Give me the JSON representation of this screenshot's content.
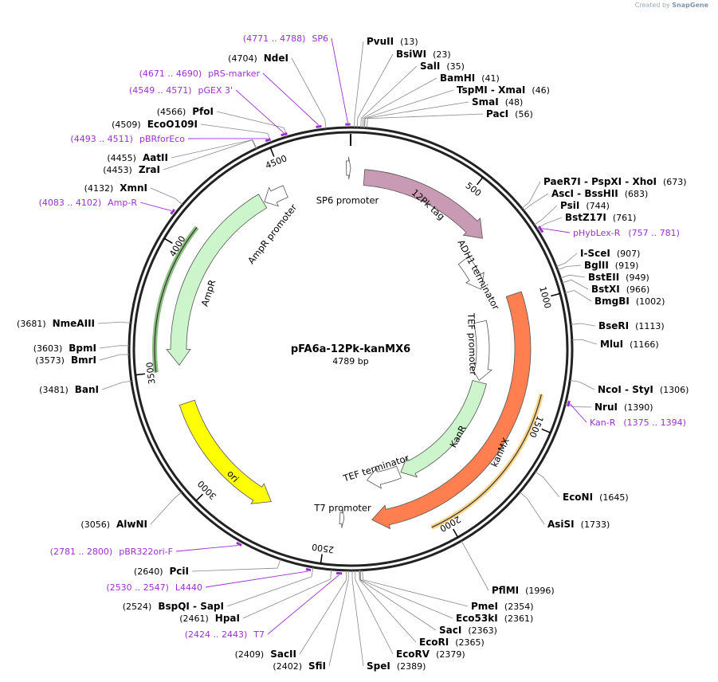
{
  "watermark": {
    "prefix": "Created by",
    "brand": "SnapGene"
  },
  "plasmid": {
    "name": "pFA6a-12Pk-kanMX6",
    "size_label": "4789 bp",
    "length": 4789
  },
  "ticks": [
    500,
    1000,
    1500,
    2000,
    2500,
    3000,
    3500,
    4000,
    4500
  ],
  "sites": [
    {
      "name": "PvuII",
      "pos": 13,
      "label": "(13)"
    },
    {
      "name": "BsiWI",
      "pos": 23,
      "label": "(23)"
    },
    {
      "name": "SalI",
      "pos": 35,
      "label": "(35)"
    },
    {
      "name": "BamHI",
      "pos": 41,
      "label": "(41)"
    },
    {
      "name": "TspMI  - XmaI",
      "pos": 46,
      "label": "(46)"
    },
    {
      "name": "SmaI",
      "pos": 48,
      "label": "(48)"
    },
    {
      "name": "PacI",
      "pos": 56,
      "label": "(56)"
    },
    {
      "name": "PaeR7I  - PspXI  - XhoI",
      "pos": 673,
      "label": "(673)"
    },
    {
      "name": "AscI  - BssHII",
      "pos": 683,
      "label": "(683)"
    },
    {
      "name": "PsiI",
      "pos": 744,
      "label": "(744)"
    },
    {
      "name": "BstZ17I",
      "pos": 761,
      "label": "(761)"
    },
    {
      "name": "I-SceI",
      "pos": 907,
      "label": "(907)"
    },
    {
      "name": "BglII",
      "pos": 919,
      "label": "(919)"
    },
    {
      "name": "BstEII",
      "pos": 949,
      "label": "(949)"
    },
    {
      "name": "BstXI",
      "pos": 966,
      "label": "(966)"
    },
    {
      "name": "BmgBI",
      "pos": 1002,
      "label": "(1002)"
    },
    {
      "name": "BseRI",
      "pos": 1113,
      "label": "(1113)"
    },
    {
      "name": "MluI",
      "pos": 1166,
      "label": "(1166)"
    },
    {
      "name": "NcoI  - StyI",
      "pos": 1306,
      "label": "(1306)"
    },
    {
      "name": "NruI",
      "pos": 1390,
      "label": "(1390)"
    },
    {
      "name": "EcoNI",
      "pos": 1645,
      "label": "(1645)"
    },
    {
      "name": "AsiSI",
      "pos": 1733,
      "label": "(1733)"
    },
    {
      "name": "PflMI",
      "pos": 1996,
      "label": "(1996)"
    },
    {
      "name": "PmeI",
      "pos": 2354,
      "label": "(2354)"
    },
    {
      "name": "Eco53kI",
      "pos": 2361,
      "label": "(2361)"
    },
    {
      "name": "SacI",
      "pos": 2363,
      "label": "(2363)"
    },
    {
      "name": "EcoRI",
      "pos": 2365,
      "label": "(2365)"
    },
    {
      "name": "EcoRV",
      "pos": 2379,
      "label": "(2379)"
    },
    {
      "name": "SpeI",
      "pos": 2389,
      "label": "(2389)"
    },
    {
      "name": "SfiI",
      "pos": 2402,
      "label": "(2402)"
    },
    {
      "name": "SacII",
      "pos": 2409,
      "label": "(2409)"
    },
    {
      "name": "HpaI",
      "pos": 2461,
      "label": "(2461)"
    },
    {
      "name": "BspQI  - SapI",
      "pos": 2524,
      "label": "(2524)"
    },
    {
      "name": "PciI",
      "pos": 2640,
      "label": "(2640)"
    },
    {
      "name": "AlwNI",
      "pos": 3056,
      "label": "(3056)"
    },
    {
      "name": "BanI",
      "pos": 3481,
      "label": "(3481)"
    },
    {
      "name": "BmrI",
      "pos": 3573,
      "label": "(3573)"
    },
    {
      "name": "BpmI",
      "pos": 3603,
      "label": "(3603)"
    },
    {
      "name": "NmeAIII",
      "pos": 3681,
      "label": "(3681)"
    },
    {
      "name": "XmnI",
      "pos": 4132,
      "label": "(4132)"
    },
    {
      "name": "ZraI",
      "pos": 4453,
      "label": "(4453)"
    },
    {
      "name": "AatII",
      "pos": 4455,
      "label": "(4455)"
    },
    {
      "name": "EcoO109I",
      "pos": 4509,
      "label": "(4509)"
    },
    {
      "name": "PfoI",
      "pos": 4566,
      "label": "(4566)"
    },
    {
      "name": "NdeI",
      "pos": 4704,
      "label": "(4704)"
    }
  ],
  "primers": [
    {
      "name": "SP6",
      "range": "(4771 .. 4788)",
      "start": 4771,
      "end": 4788
    },
    {
      "name": "pRS-marker",
      "range": "(4671 .. 4690)",
      "start": 4671,
      "end": 4690
    },
    {
      "name": "pGEX 3'",
      "range": "(4549 .. 4571)",
      "start": 4549,
      "end": 4571
    },
    {
      "name": "pBRforEco",
      "range": "(4493 .. 4511)",
      "start": 4493,
      "end": 4511
    },
    {
      "name": "Amp-R",
      "range": "(4083 .. 4102)",
      "start": 4083,
      "end": 4102
    },
    {
      "name": "pHybLex-R",
      "range": "(757 .. 781)",
      "start": 757,
      "end": 781
    },
    {
      "name": "Kan-R",
      "range": "(1375 .. 1394)",
      "start": 1375,
      "end": 1394
    },
    {
      "name": "pBR322ori-F",
      "range": "(2781 .. 2800)",
      "start": 2781,
      "end": 2800
    },
    {
      "name": "L4440",
      "range": "(2530 .. 2547)",
      "start": 2530,
      "end": 2547
    },
    {
      "name": "T7",
      "range": "(2424 .. 2443)",
      "start": 2424,
      "end": 2443
    }
  ],
  "features": [
    {
      "name": "SP6 promoter",
      "start": 4771,
      "end": 4789,
      "dir": "cw",
      "color": "#ffffff"
    },
    {
      "name": "12Pk tag",
      "start": 60,
      "end": 665,
      "dir": "cw",
      "color": "#c99ab3"
    },
    {
      "name": "ADH1 terminator",
      "start": 690,
      "end": 870,
      "dir": "cw",
      "color": "#ffffff"
    },
    {
      "name": "TEF promoter",
      "start": 1040,
      "end": 1380,
      "dir": "cw",
      "color": "#ffffff"
    },
    {
      "name": "KanR",
      "start": 1390,
      "end": 2100,
      "dir": "cw",
      "color": "#ccf5cc"
    },
    {
      "name": "TEF terminator",
      "start": 2110,
      "end": 2300,
      "dir": "cw",
      "color": "#ffffff"
    },
    {
      "name": "T7 promoter",
      "start": 2424,
      "end": 2443,
      "dir": "ccw",
      "color": "#ffffff"
    },
    {
      "name": "kanMX",
      "start": 950,
      "end": 2300,
      "dir": "cw",
      "color": "#ff7f50"
    },
    {
      "name": "ori",
      "start": 2760,
      "end": 3350,
      "dir": "ccw",
      "color": "#ffff00"
    },
    {
      "name": "AmpR",
      "start": 3520,
      "end": 4380,
      "dir": "ccw",
      "color": "#ccf5cc"
    },
    {
      "name": "AmpR promoter",
      "start": 4385,
      "end": 4490,
      "dir": "ccw",
      "color": "#ffffff"
    }
  ],
  "primer_bars": [
    {
      "name": "Kan-R bar",
      "start": 1375,
      "end": 2070,
      "color": "#f5b030"
    },
    {
      "name": "Amp-R bar",
      "start": 3500,
      "end": 4102,
      "color": "#2d8a1a"
    }
  ]
}
